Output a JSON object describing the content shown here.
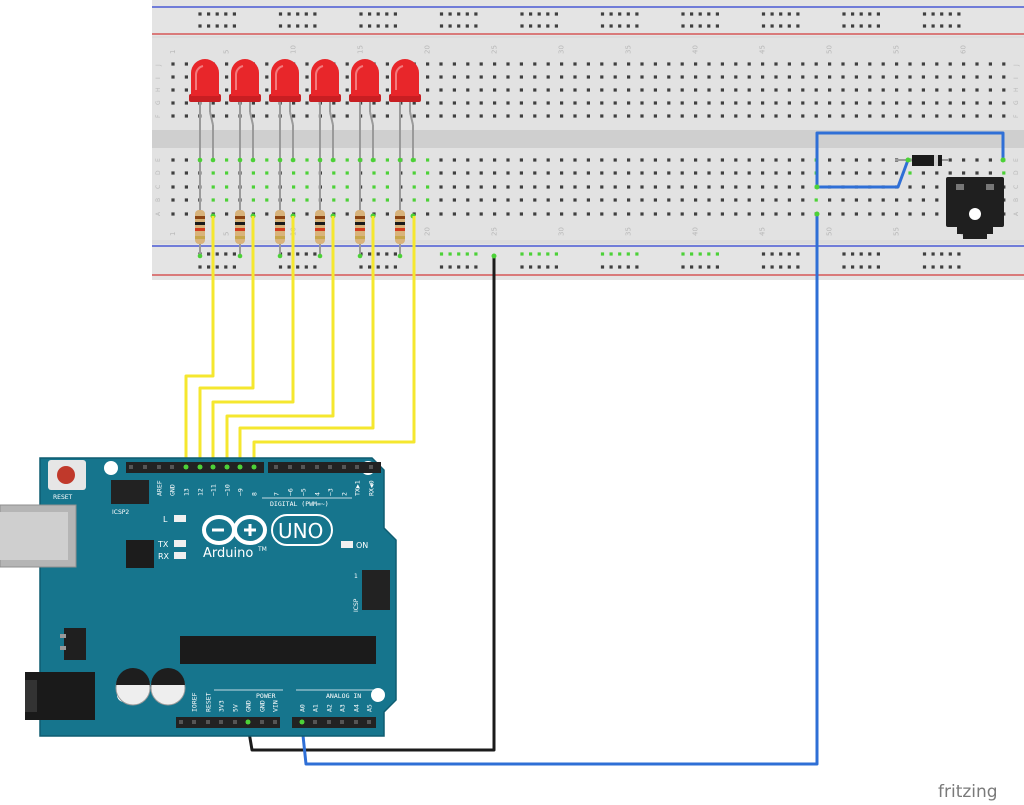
{
  "breadboard": {
    "column_numbers": [
      "1",
      "5",
      "10",
      "15",
      "20",
      "25",
      "30",
      "35",
      "40",
      "45",
      "50",
      "55",
      "60"
    ],
    "rows_top": [
      "J",
      "I",
      "H",
      "G",
      "F"
    ],
    "rows_bottom": [
      "E",
      "D",
      "C",
      "B",
      "A"
    ]
  },
  "arduino": {
    "reset_label": "RESET",
    "icsp2_label": "ICSP2",
    "icsp_label": "ICSP",
    "icsp_pin1": "1",
    "logo_text": "Arduino",
    "tm": "TM",
    "uno_label": "UNO",
    "l_label": "L",
    "tx_label": "TX",
    "rx_label": "RX",
    "on_label": "ON",
    "digital_label": "DIGITAL (PWM=~)",
    "power_label": "POWER",
    "analog_label": "ANALOG IN",
    "digital_pins": [
      "AREF",
      "GND",
      "13",
      "12",
      "~11",
      "~10",
      "~9",
      "8",
      "7",
      "~6",
      "~5",
      "4",
      "~3",
      "2",
      "TX▶1",
      "RX◀0"
    ],
    "power_pins": [
      "IOREF",
      "RESET",
      "3V3",
      "5V",
      "GND",
      "GND",
      "VIN"
    ],
    "analog_pins": [
      "A0",
      "A1",
      "A2",
      "A3",
      "A4",
      "A5"
    ]
  },
  "components": {
    "led_count": 6,
    "resistor_count": 6,
    "led_color": "#e8262a",
    "jumper_colors": {
      "signal": "#f5e72f",
      "ground": "#222222",
      "sensor": "#2f6fd6"
    }
  },
  "watermark": "fritzing"
}
